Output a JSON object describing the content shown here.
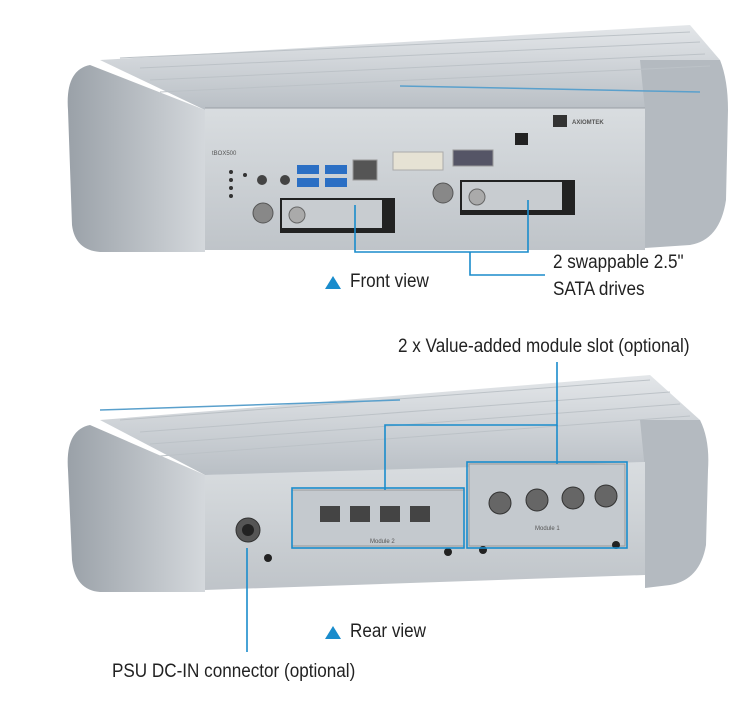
{
  "front": {
    "caption": "Front view",
    "model_label": "tBOX500",
    "brand": "AXIOMTEK",
    "callout_line1": "2 swappable 2.5\"",
    "callout_line2": "SATA drives"
  },
  "rear": {
    "caption": "Rear view",
    "module_callout": "2 x Value-added module slot (optional)",
    "psu_callout": "PSU DC-IN connector (optional)",
    "module_1_label": "Module 1",
    "module_2_label": "Module 2"
  },
  "colors": {
    "accent": "#1a8ccc",
    "chassis": "#c9ced3"
  }
}
